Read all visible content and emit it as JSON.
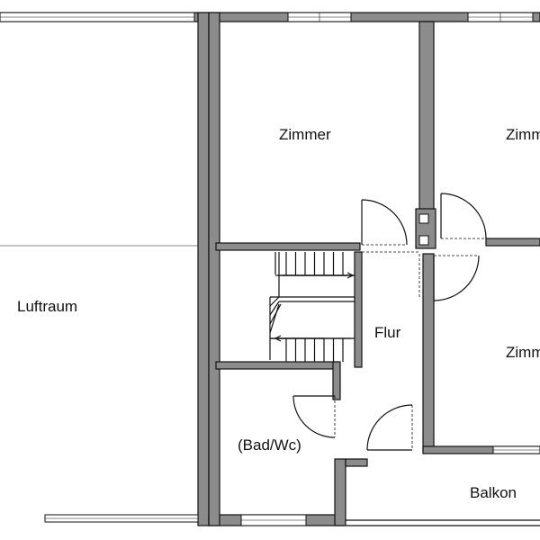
{
  "plan": {
    "rooms": {
      "luftraum": "Luftraum",
      "zimmer_1": "Zimmer",
      "zimmer_2": "Zimm",
      "flur": "Flur",
      "zimmer_3": "Zimm",
      "bad": "(Bad/Wc)",
      "balkon": "Balkon"
    },
    "colors": {
      "wall_fill": "#8c8c8c",
      "line": "#111111",
      "background": "#ffffff"
    }
  }
}
